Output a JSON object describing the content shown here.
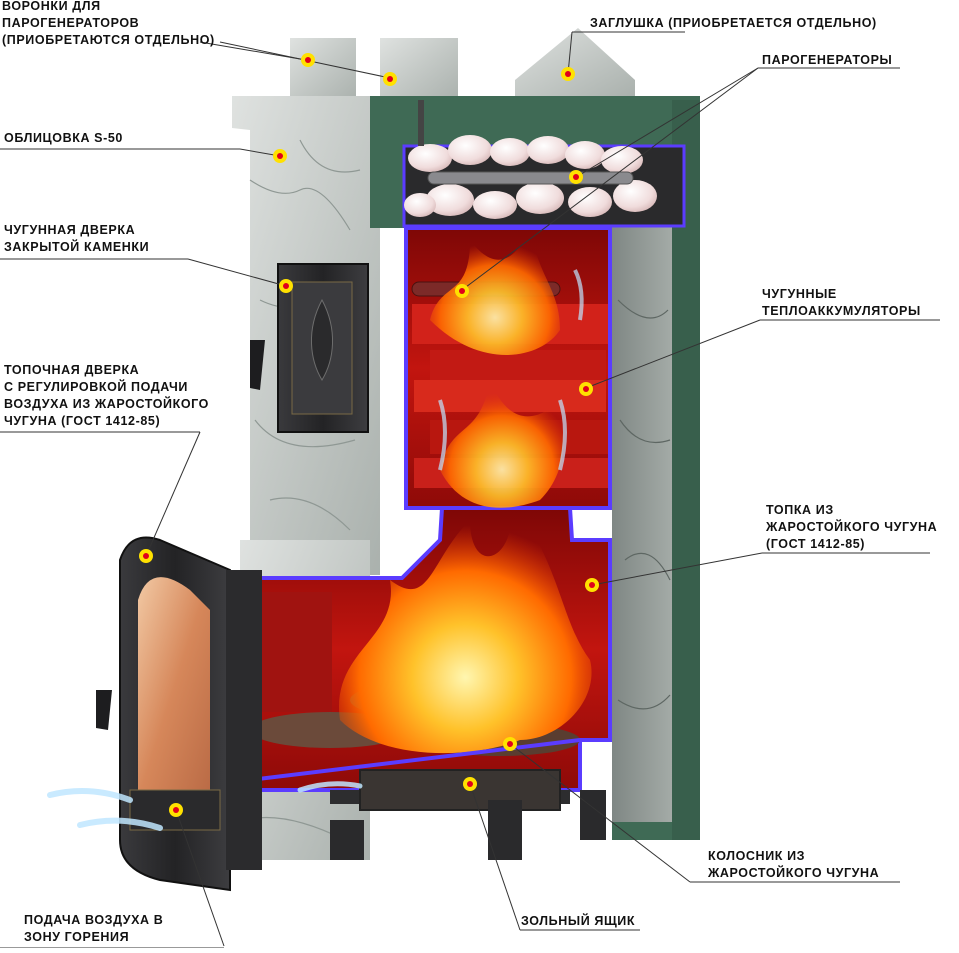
{
  "colors": {
    "stone": "#c9cdcb",
    "stone_vein": "#8f9894",
    "casing": "#3f6a55",
    "cast_iron": "#2b2b2d",
    "outline": "#5b3cff",
    "firebox": "#b3110e",
    "flame": "#ff8a00",
    "marker_fill": "#ffe100",
    "marker_dot": "#e0001b",
    "leader": "#333333",
    "air": "#bfe6ff"
  },
  "labels": {
    "funnels": [
      "ВОРОНКИ ДЛЯ",
      "ПАРОГЕНЕРАТОРОВ",
      "(ПРИОБРЕТАЮТСЯ ОТДЕЛЬНО)"
    ],
    "cladding": [
      "ОБЛИЦОВКА S-50"
    ],
    "heater_door": [
      "ЧУГУННАЯ ДВЕРКА",
      "ЗАКРЫТОЙ КАМЕНКИ"
    ],
    "fire_door": [
      "ТОПОЧНАЯ ДВЕРКА",
      "С РЕГУЛИРОВКОЙ ПОДАЧИ",
      "ВОЗДУХА ИЗ ЖАРОСТОЙКОГО",
      "ЧУГУНА (ГОСТ 1412-85)"
    ],
    "air_supply": [
      "ПОДАЧА ВОЗДУХА В",
      "ЗОНУ ГОРЕНИЯ"
    ],
    "plug": [
      "ЗАГЛУШКА (ПРИОБРЕТАЕТСЯ ОТДЕЛЬНО)"
    ],
    "steam_gen": [
      "ПАРОГЕНЕРАТОРЫ"
    ],
    "accumulators": [
      "ЧУГУННЫЕ",
      "ТЕПЛОАККУМУЛЯТОРЫ"
    ],
    "firebox": [
      "ТОПКА ИЗ",
      "ЖАРОСТОЙКОГО ЧУГУНА",
      "(ГОСТ 1412-85)"
    ],
    "grate": [
      "КОЛОСНИК ИЗ",
      "ЖАРОСТОЙКОГО ЧУГУНА"
    ],
    "ash_box": [
      "ЗОЛЬНЫЙ ЯЩИК"
    ]
  }
}
